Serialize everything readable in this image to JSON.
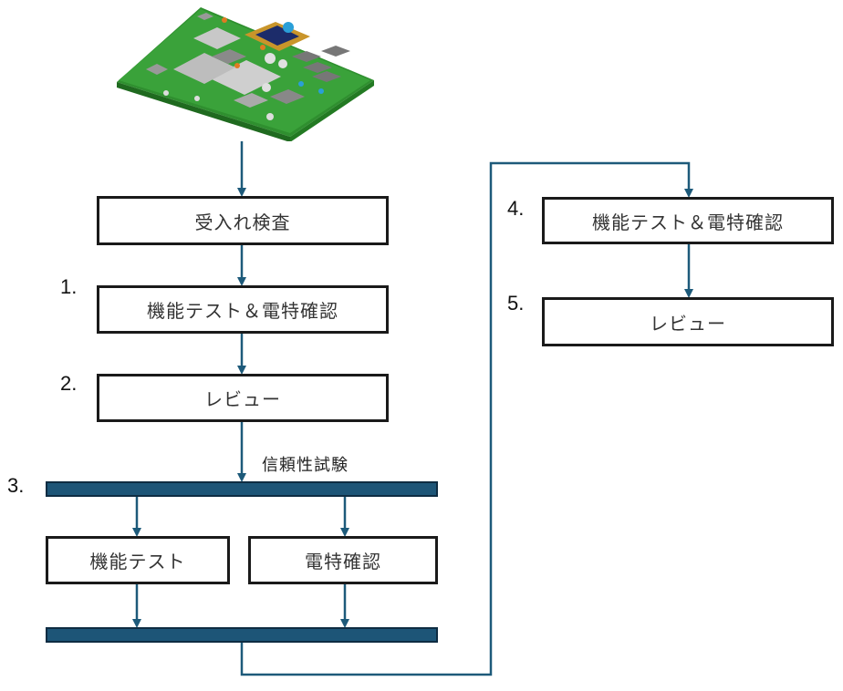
{
  "steps": {
    "receiving": {
      "label": "受入れ検査"
    },
    "step1": {
      "number": "1.",
      "label": "機能テスト＆電特確認"
    },
    "step2": {
      "number": "2.",
      "label": "レビュー"
    },
    "step3": {
      "number": "3.",
      "title": "信頼性試験",
      "branch_left": "機能テスト",
      "branch_right": "電特確認"
    },
    "step4": {
      "number": "4.",
      "label": "機能テスト＆電特確認"
    },
    "step5": {
      "number": "5.",
      "label": "レビュー"
    }
  },
  "colors": {
    "arrow": "#1d5a7a",
    "bar_fill": "#1d5577",
    "box_border": "#1a1a1a",
    "pcb_green": "#3aa23a"
  },
  "image": {
    "icon": "circuit-board-icon"
  }
}
